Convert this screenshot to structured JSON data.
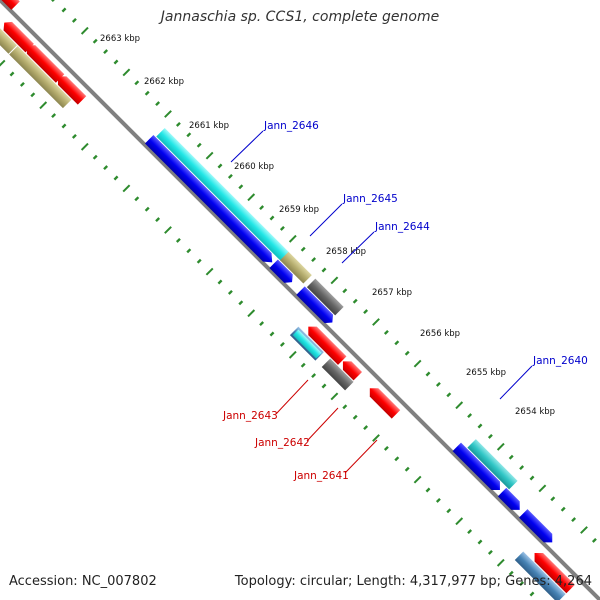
{
  "title": "Jannaschia sp. CCS1, complete genome",
  "accession": "Accession: NC_007802",
  "genome_info": "Topology: circular; Length: 4,317,977 bp; Genes: 4,264",
  "colors": {
    "backbone": "#808080",
    "tick_dots": "#2e8b2e",
    "cds_forward": "#0000ff",
    "cds_reverse": "#ff0000",
    "rna_cyan": "#22e6e6",
    "other_tan": "#b5ad6e",
    "pseudo_gray": "#666666",
    "steel_blue": "#4682b4",
    "label_forward": "#0000cc",
    "label_reverse": "#cc0000"
  },
  "kbp_ticks": [
    "2663 kbp",
    "2662 kbp",
    "2661 kbp",
    "2660 kbp",
    "2659 kbp",
    "2658 kbp",
    "2657 kbp",
    "2656 kbp",
    "2655 kbp",
    "2654 kbp"
  ],
  "gene_labels": [
    {
      "name": "Jann_2646",
      "strand": "forward"
    },
    {
      "name": "Jann_2645",
      "strand": "forward"
    },
    {
      "name": "Jann_2644",
      "strand": "forward"
    },
    {
      "name": "Jann_2640",
      "strand": "forward"
    },
    {
      "name": "Jann_2643",
      "strand": "reverse"
    },
    {
      "name": "Jann_2642",
      "strand": "reverse"
    },
    {
      "name": "Jann_2641",
      "strand": "reverse"
    }
  ]
}
